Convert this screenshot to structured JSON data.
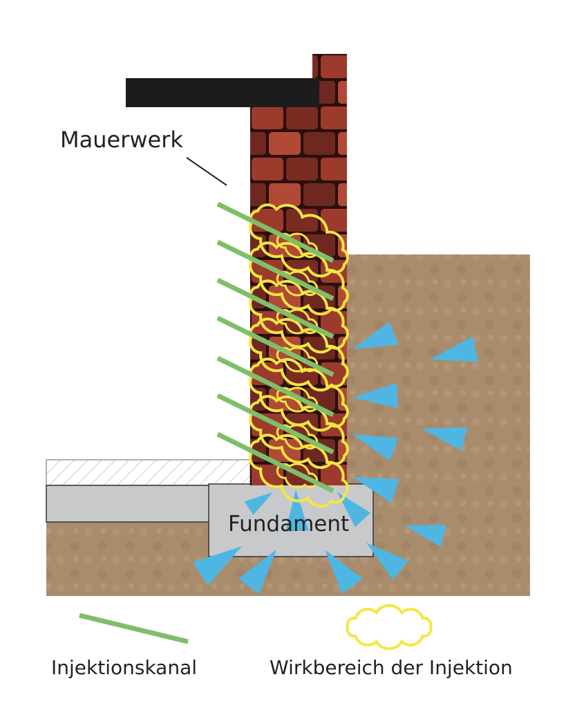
{
  "labels": {
    "masonry": "Mauerwerk",
    "foundation": "Fundament"
  },
  "legend": [
    {
      "label": "Injektionskanal",
      "icon": "green-line"
    },
    {
      "label": "Wirkbereich der Injektion",
      "icon": "yellow-cloud"
    }
  ],
  "colors": {
    "injection_channel": "#7fbf6a",
    "injection_zone": "#f5e642",
    "pressure_arrows": "#4fb6e3",
    "soil": "#a98c6c",
    "brick": "#8a3326",
    "foundation": "#c8c9cb",
    "roof_slab": "#1c1c1c"
  }
}
